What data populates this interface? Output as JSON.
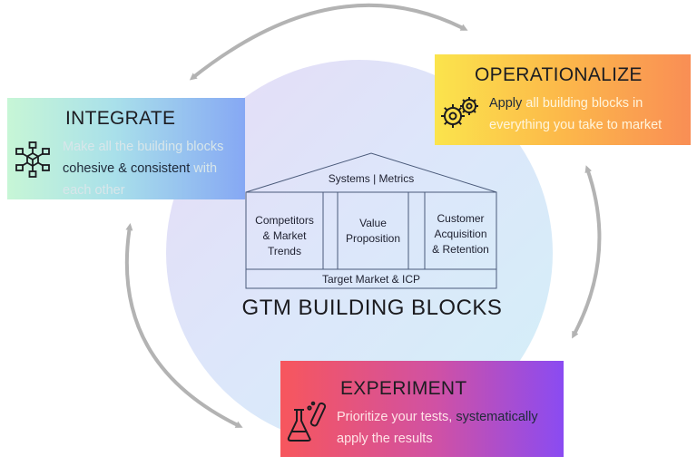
{
  "colors": {
    "arrow": "#b3b3b3",
    "integrate_gradient": [
      "#c7f6d6",
      "#86a8f4"
    ],
    "operationalize_gradient": [
      "#fbe44c",
      "#f98e55"
    ],
    "experiment_gradient": [
      "#f7565d",
      "#8a4bf2"
    ],
    "circle_gradient": [
      "#e6dcf6",
      "#d3f0f8"
    ]
  },
  "main_title": "GTM BUILDING BLOCKS",
  "house": {
    "roof": "Systems | Metrics",
    "pillars": [
      {
        "line1": "Competitors",
        "line2": "& Market",
        "line3": "Trends"
      },
      {
        "line1": "Value",
        "line2": "Proposition"
      },
      {
        "line1": "Customer",
        "line2": "Acquisition",
        "line3": "& Retention"
      }
    ],
    "base": "Target Market & ICP"
  },
  "integrate": {
    "title": "INTEGRATE",
    "icon": "network-cubes-icon",
    "text_a": "Make all the building blocks",
    "highlight": "cohesive & consistent",
    "text_b": " with",
    "text_c": "each other"
  },
  "operationalize": {
    "title": "OPERATIONALIZE",
    "icon": "gears-icon",
    "highlight": "Apply",
    "text_a": " all building blocks in",
    "text_b": "everything you take to market"
  },
  "experiment": {
    "title": "EXPERIMENT",
    "icon": "test-tubes-icon",
    "text_a": "Prioritize your tests, ",
    "highlight": "systematically",
    "text_b": "apply the results"
  }
}
